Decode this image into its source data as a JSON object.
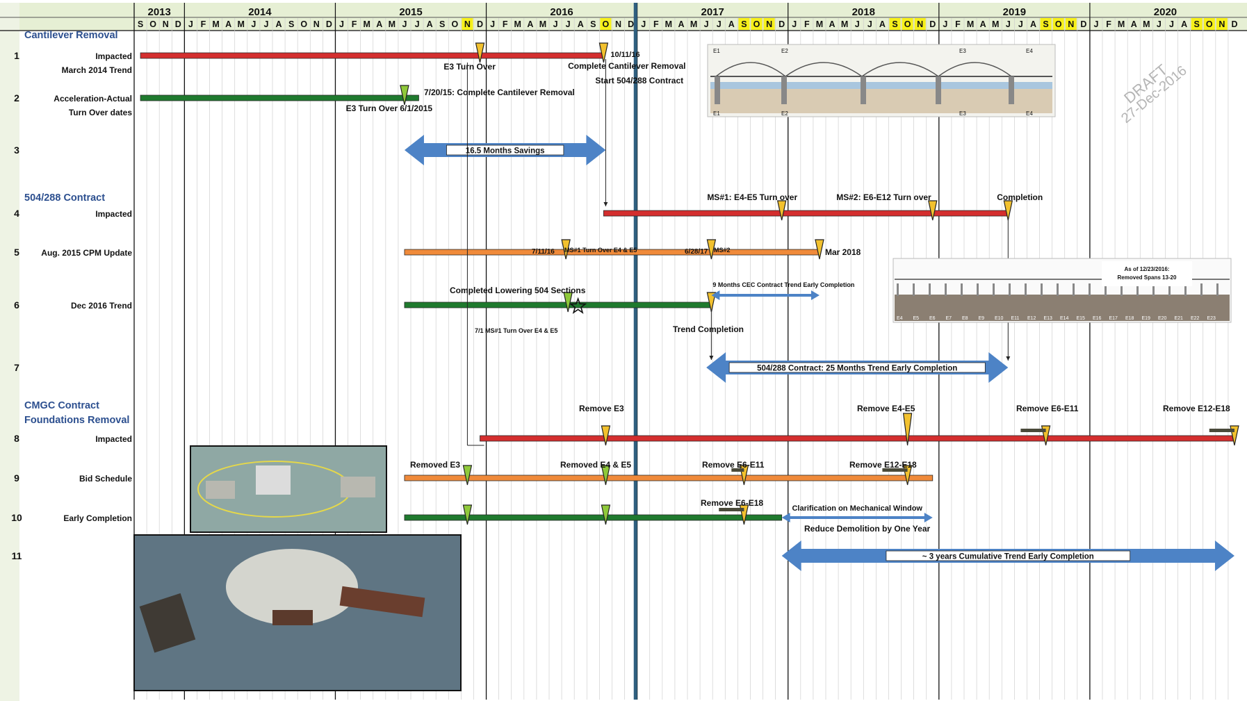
{
  "chart_data": {
    "type": "gantt",
    "title": "",
    "watermark": [
      "DRAFT",
      "27-Dec-2016"
    ],
    "timeline": {
      "start": "2013-09",
      "end": "2020-12",
      "years": [
        "2013",
        "2014",
        "2015",
        "2016",
        "2017",
        "2018",
        "2019",
        "2020"
      ],
      "month_letters": [
        "J",
        "F",
        "M",
        "A",
        "M",
        "J",
        "J",
        "A",
        "S",
        "O",
        "N",
        "D"
      ],
      "highlight_months": [
        "2015-11",
        "2016-10",
        "2017-09",
        "2017-10",
        "2017-11",
        "2018-09",
        "2018-10",
        "2018-11",
        "2019-09",
        "2019-10",
        "2019-11",
        "2020-09",
        "2020-10",
        "2020-11"
      ],
      "data_date": "2016-12-27"
    },
    "sections": [
      {
        "label": "Cantilever Removal",
        "row": 1
      },
      {
        "label": "504/288 Contract",
        "row": 4
      },
      {
        "label": "CMGC Contract",
        "row": 8
      },
      {
        "label": "Foundations Removal",
        "row": 8
      }
    ],
    "rows": [
      {
        "num": "1",
        "label": [
          "Impacted",
          "March 2014 Trend"
        ]
      },
      {
        "num": "2",
        "label": [
          "Acceleration-Actual",
          "Turn Over dates"
        ]
      },
      {
        "num": "3",
        "label": [
          ""
        ]
      },
      {
        "num": "4",
        "label": [
          "Impacted"
        ]
      },
      {
        "num": "5",
        "label": [
          "Aug. 2015 CPM Update"
        ]
      },
      {
        "num": "6",
        "label": [
          "Dec 2016 Trend"
        ]
      },
      {
        "num": "7",
        "label": [
          ""
        ]
      },
      {
        "num": "8",
        "label": [
          "Impacted"
        ]
      },
      {
        "num": "9",
        "label": [
          "Bid Schedule"
        ]
      },
      {
        "num": "10",
        "label": [
          "Early Completion"
        ]
      },
      {
        "num": "11",
        "label": [
          ""
        ]
      }
    ],
    "bars": [
      {
        "row": 1,
        "start": "2013-09",
        "end": "2016-10-11",
        "color": "#d42e2e"
      },
      {
        "row": 2,
        "start": "2013-09",
        "end": "2015-07-20",
        "color": "#1f7a2e"
      },
      {
        "row": 4,
        "start": "2016-10-11",
        "end": "2019-06",
        "color": "#d42e2e"
      },
      {
        "row": 5,
        "start": "2015-06",
        "end": "2018-03",
        "color": "#f08a3a"
      },
      {
        "row": 6,
        "start": "2015-06",
        "end": "2017-06-28",
        "color": "#1f7a2e"
      },
      {
        "row": 8,
        "start": "2015-12",
        "end": "2020-12",
        "color": "#d42e2e"
      },
      {
        "row": 9,
        "start": "2015-06",
        "end": "2018-12",
        "color": "#f08a3a"
      },
      {
        "row": 10,
        "start": "2015-06",
        "end": "2017-12",
        "color": "#1f7a2e"
      }
    ],
    "milestones": [
      {
        "row": 1,
        "date": "2015-12",
        "color": "#f2c12e"
      },
      {
        "row": 1,
        "date": "2016-10-11",
        "color": "#f2c12e"
      },
      {
        "row": 2,
        "date": "2015-06",
        "color": "#8fc93a"
      },
      {
        "row": 4,
        "date": "2017-12",
        "color": "#f2c12e"
      },
      {
        "row": 4,
        "date": "2018-12",
        "color": "#f2c12e"
      },
      {
        "row": 4,
        "date": "2019-06",
        "color": "#f2c12e"
      },
      {
        "row": 5,
        "date": "2016-07-11",
        "color": "#f2c12e"
      },
      {
        "row": 5,
        "date": "2017-06-28",
        "color": "#f2c12e"
      },
      {
        "row": 5,
        "date": "2018-03",
        "color": "#f2c12e"
      },
      {
        "row": 6,
        "date": "2016-07",
        "color": "#8fc93a"
      },
      {
        "row": 6,
        "date": "2017-06-28",
        "color": "#f2c12e"
      },
      {
        "row": 8,
        "date": "2016-10",
        "color": "#f2c12e"
      },
      {
        "row": 8,
        "date": "2018-10",
        "color": "#f2c12e",
        "tall": true
      },
      {
        "row": 8,
        "date": "2019-09",
        "color": "#f2c12e"
      },
      {
        "row": 8,
        "date": "2020-12",
        "color": "#f2c12e"
      },
      {
        "row": 9,
        "date": "2015-11",
        "color": "#8fc93a"
      },
      {
        "row": 9,
        "date": "2016-10",
        "color": "#8fc93a"
      },
      {
        "row": 9,
        "date": "2017-09",
        "color": "#f2c12e"
      },
      {
        "row": 9,
        "date": "2018-10",
        "color": "#f2c12e"
      },
      {
        "row": 10,
        "date": "2015-11",
        "color": "#8fc93a"
      },
      {
        "row": 10,
        "date": "2016-10",
        "color": "#8fc93a"
      },
      {
        "row": 10,
        "date": "2017-09",
        "color": "#f2c12e"
      }
    ],
    "spans": [
      {
        "row": 3,
        "start": "2015-06",
        "end": "2016-10",
        "label": "16.5 Months Savings",
        "style": "big"
      },
      {
        "row": 6,
        "start": "2017-06-28",
        "end": "2018-03",
        "label": "9 Months CEC Contract Trend Early Completion",
        "style": "thin-above"
      },
      {
        "row": 7,
        "start": "2017-06",
        "end": "2019-06",
        "label": "504/288 Contract: 25 Months Trend Early Completion",
        "style": "big"
      },
      {
        "row": 10,
        "start": "2017-12",
        "end": "2018-12",
        "label": "Clarification on Mechanical Window",
        "style": "thin"
      },
      {
        "row": 11,
        "start": "2017-12",
        "end": "2020-12",
        "label": "~ 3 years Cumulative Trend Early Completion",
        "style": "big"
      }
    ],
    "annotations": [
      "E3 Turn Over",
      "10/11/16",
      "Complete Cantilever Removal",
      "Start 504/288 Contract",
      "7/20/15: Complete Cantilever Removal",
      "E3 Turn Over 6/1/2015",
      "MS#1: E4-E5 Turn over",
      "MS#2: E6-E12 Turn over",
      "Completion",
      "7/11/16",
      "MS#1 Turn Over E4 & E5",
      "6/28/17",
      "MS#2",
      "Mar 2018",
      "Completed Lowering 504 Sections",
      "7/1 MS#1 Turn Over E4 & E5",
      "Trend Completion",
      "Remove E3",
      "Remove E4-E5",
      "Remove E6-E11",
      "Remove E12-E18",
      "Removed E3",
      "Removed E4 & E5",
      "Remove E6-E11",
      "Remove E12-E18",
      "Remove E6-E18",
      "Reduce Demolition by One Year"
    ],
    "inset_panel_text": [
      "As of 12/23/2016:",
      "Removed Spans 13-20"
    ],
    "bridge_labels": [
      "E1",
      "E2",
      "E3",
      "E4",
      "E5",
      "E6",
      "E7",
      "E8",
      "E9",
      "E10",
      "E11",
      "E12",
      "E13",
      "E14",
      "E15",
      "E16",
      "E17",
      "E18",
      "E19",
      "E20",
      "E21",
      "E22",
      "E23"
    ]
  }
}
